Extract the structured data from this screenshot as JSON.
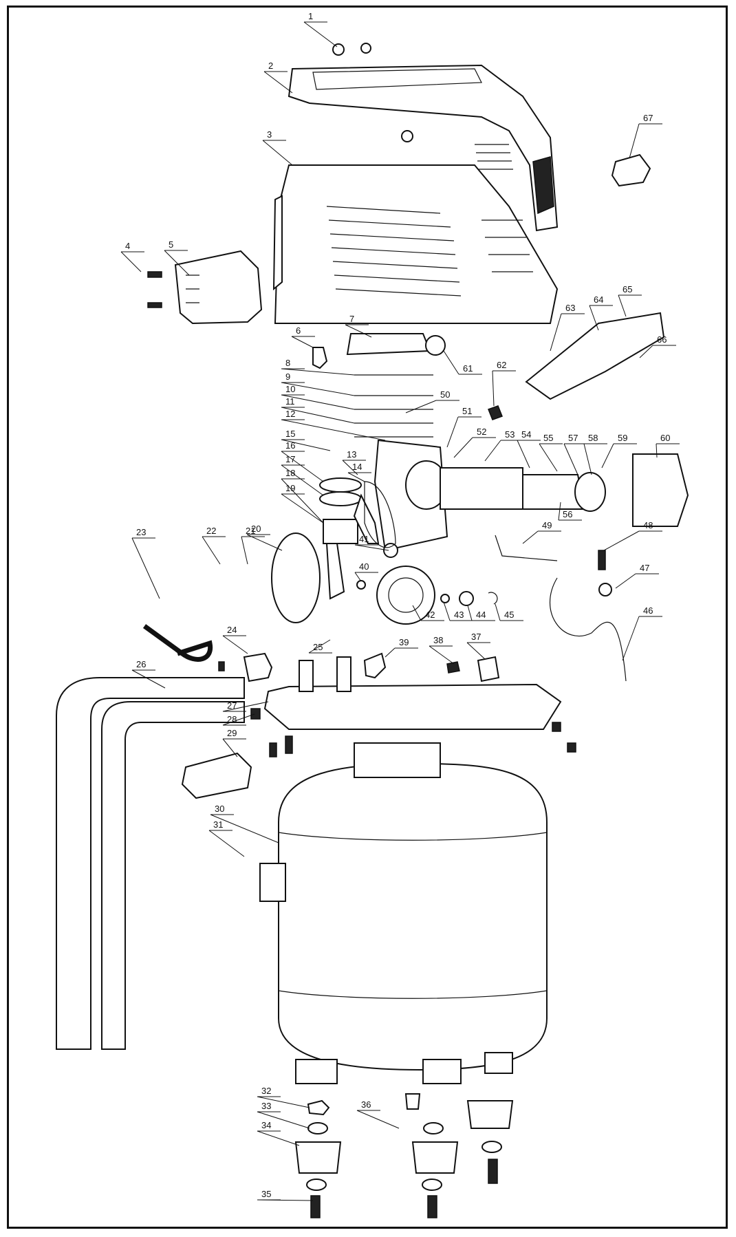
{
  "labels": [
    {
      "n": "1"
    },
    {
      "n": "2"
    },
    {
      "n": "3"
    },
    {
      "n": "4"
    },
    {
      "n": "5"
    },
    {
      "n": "6"
    },
    {
      "n": "7"
    },
    {
      "n": "8"
    },
    {
      "n": "9"
    },
    {
      "n": "10"
    },
    {
      "n": "11"
    },
    {
      "n": "12"
    },
    {
      "n": "13"
    },
    {
      "n": "14"
    },
    {
      "n": "15"
    },
    {
      "n": "16"
    },
    {
      "n": "17"
    },
    {
      "n": "18"
    },
    {
      "n": "19"
    },
    {
      "n": "20"
    },
    {
      "n": "21"
    },
    {
      "n": "22"
    },
    {
      "n": "23"
    },
    {
      "n": "24"
    },
    {
      "n": "25"
    },
    {
      "n": "26"
    },
    {
      "n": "27"
    },
    {
      "n": "28"
    },
    {
      "n": "29"
    },
    {
      "n": "30"
    },
    {
      "n": "31"
    },
    {
      "n": "32"
    },
    {
      "n": "33"
    },
    {
      "n": "34"
    },
    {
      "n": "35"
    },
    {
      "n": "36"
    },
    {
      "n": "37"
    },
    {
      "n": "38"
    },
    {
      "n": "39"
    },
    {
      "n": "40"
    },
    {
      "n": "41"
    },
    {
      "n": "42"
    },
    {
      "n": "43"
    },
    {
      "n": "44"
    },
    {
      "n": "45"
    },
    {
      "n": "46"
    },
    {
      "n": "47"
    },
    {
      "n": "48"
    },
    {
      "n": "49"
    },
    {
      "n": "50"
    },
    {
      "n": "51"
    },
    {
      "n": "52"
    },
    {
      "n": "53"
    },
    {
      "n": "54"
    },
    {
      "n": "55"
    },
    {
      "n": "56"
    },
    {
      "n": "57"
    },
    {
      "n": "58"
    },
    {
      "n": "59"
    },
    {
      "n": "60"
    },
    {
      "n": "61"
    },
    {
      "n": "62"
    },
    {
      "n": "63"
    },
    {
      "n": "64"
    },
    {
      "n": "65"
    },
    {
      "n": "66"
    },
    {
      "n": "67"
    }
  ],
  "colors": {
    "ink": "#111111",
    "paper": "#ffffff"
  }
}
